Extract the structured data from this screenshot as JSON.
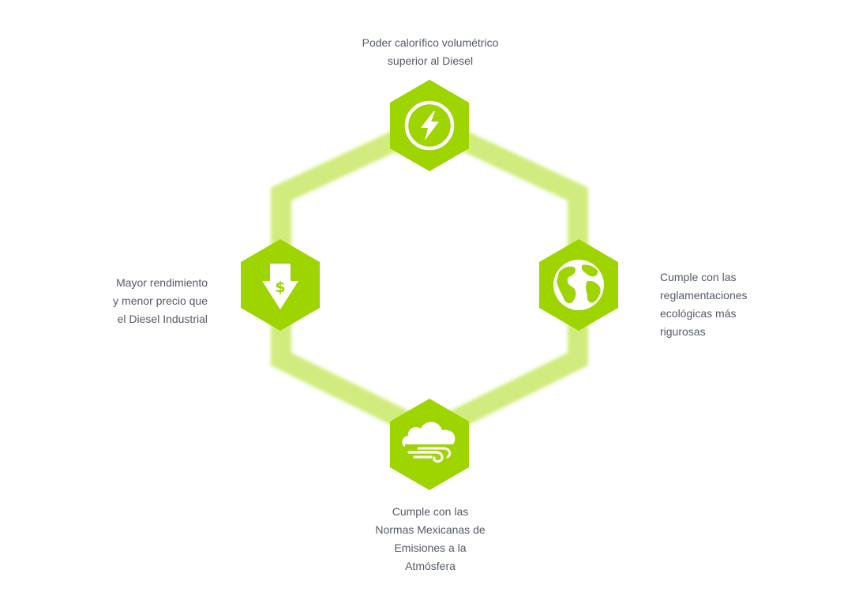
{
  "nodes": [
    {
      "id": "top",
      "icon": "lightning-bolt-icon",
      "lines": [
        "Poder calorífico volumétrico",
        "superior al Diesel"
      ]
    },
    {
      "id": "left",
      "icon": "price-down-arrow-icon",
      "lines": [
        "Mayor rendimiento",
        "y menor precio que",
        "el Diesel Industrial"
      ]
    },
    {
      "id": "right",
      "icon": "globe-icon",
      "lines": [
        "Cumple con las",
        "reglamentaciones",
        "ecológicas más",
        "rigurosas"
      ]
    },
    {
      "id": "bottom",
      "icon": "cloud-wind-icon",
      "lines": [
        "Cumple con las",
        "Normas Mexicanas de",
        "Emisiones a la",
        "Atmósfera"
      ]
    }
  ],
  "colors": {
    "accent": "#9ed400",
    "ring": "#d1ec7e",
    "text": "#555a66"
  }
}
